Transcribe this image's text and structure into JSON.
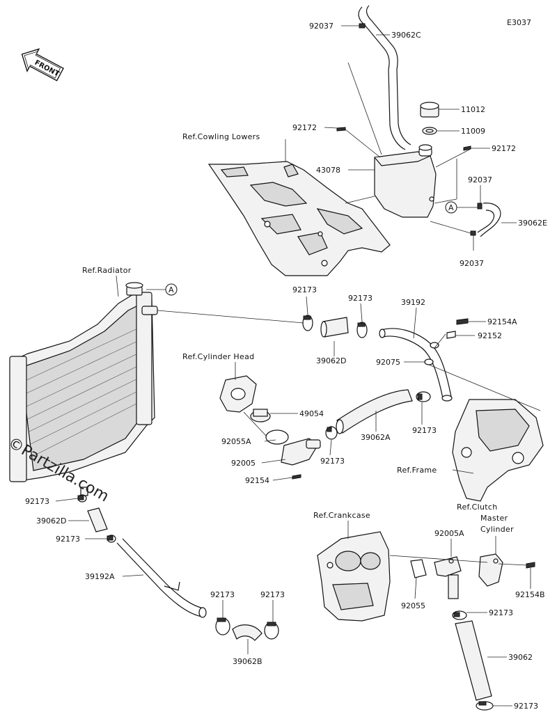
{
  "diagram_code": "E3037",
  "front_label": "FRONT",
  "watermark": "©Partzilla.com",
  "refs": {
    "cowling_lowers": "Ref.Cowling Lowers",
    "radiator": "Ref.Radiator",
    "cylinder_head": "Ref.Cylinder Head",
    "frame": "Ref.Frame",
    "crankcase": "Ref.Crankcase",
    "clutch_line1": "Ref.Clutch",
    "clutch_line2": "Master",
    "clutch_line3": "Cylinder"
  },
  "connector_A": "A",
  "parts": {
    "p92037_top": "92037",
    "p39062C": "39062C",
    "p11012": "11012",
    "p11009": "11009",
    "p92172_left": "92172",
    "p92172_right": "92172",
    "p43078": "43078",
    "p92037_mid": "92037",
    "p39062E": "39062E",
    "p92037_low": "92037",
    "p92173_a": "92173",
    "p92173_b": "92173",
    "p39192": "39192",
    "p92154A": "92154A",
    "p92152": "92152",
    "p39062D_mid": "39062D",
    "p92075": "92075",
    "p49054": "49054",
    "p92055A": "92055A",
    "p39062A": "39062A",
    "p92173_c": "92173",
    "p92005": "92005",
    "p92173_d": "92173",
    "p92154": "92154",
    "p92173_e": "92173",
    "p39062D_left": "39062D",
    "p92173_f": "92173",
    "p39192A": "39192A",
    "p92173_g": "92173",
    "p92173_h": "92173",
    "p39062B": "39062B",
    "p92005A": "92005A",
    "p92055": "92055",
    "p92154B": "92154B",
    "p92173_i": "92173",
    "p39062": "39062",
    "p92173_j": "92173"
  }
}
